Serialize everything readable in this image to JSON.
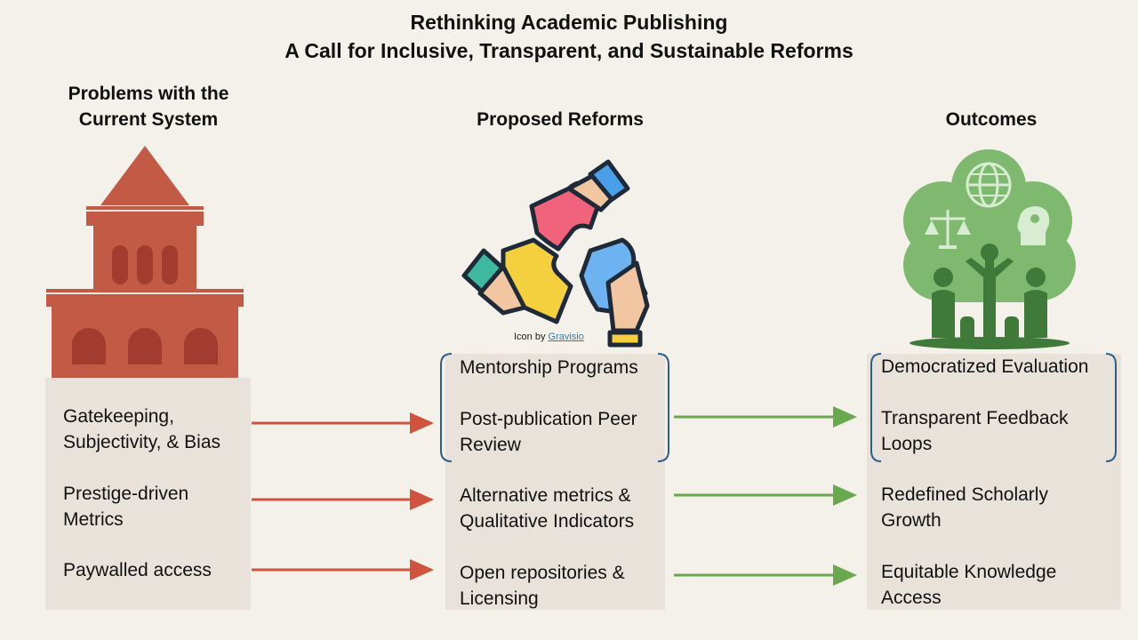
{
  "title": {
    "line1": "Rethinking Academic Publishing",
    "line2": "A Call for Inclusive, Transparent, and Sustainable Reforms"
  },
  "columns": {
    "problems": {
      "heading_line1": "Problems with the",
      "heading_line2": "Current System",
      "items": [
        {
          "line1": "Gatekeeping,",
          "line2": "Subjectivity, & Bias"
        },
        {
          "line1": "Prestige-driven",
          "line2": "Metrics"
        },
        {
          "line1": "Paywalled access",
          "line2": ""
        }
      ]
    },
    "reforms": {
      "heading": "Proposed Reforms",
      "items": [
        {
          "line1": "Mentorship Programs",
          "line2": ""
        },
        {
          "line1": "Post-publication Peer",
          "line2": "Review"
        },
        {
          "line1": "Alternative metrics &",
          "line2": "Qualitative Indicators"
        },
        {
          "line1": "Open repositories &",
          "line2": "Licensing"
        }
      ]
    },
    "outcomes": {
      "heading": "Outcomes",
      "items": [
        {
          "line1": "Democratized Evaluation",
          "line2": ""
        },
        {
          "line1": "Transparent Feedback",
          "line2": "Loops"
        },
        {
          "line1": "Redefined Scholarly",
          "line2": "Growth"
        },
        {
          "line1": "Equitable Knowledge",
          "line2": "Access"
        }
      ]
    }
  },
  "icon_credit": {
    "prefix": "Icon by ",
    "author": "Gravisio"
  },
  "icons": {
    "problems": "university-building-icon",
    "reforms": "puzzle-hands-icon",
    "outcomes": "community-tree-icon"
  },
  "colors": {
    "background": "#f4f0ea",
    "box": "#e8e2db",
    "red_arrow": "#d0533f",
    "green_arrow": "#6aa84f",
    "building": "#c25a45",
    "tree": "#5f9e5a",
    "bracket": "#2f5d8a"
  }
}
